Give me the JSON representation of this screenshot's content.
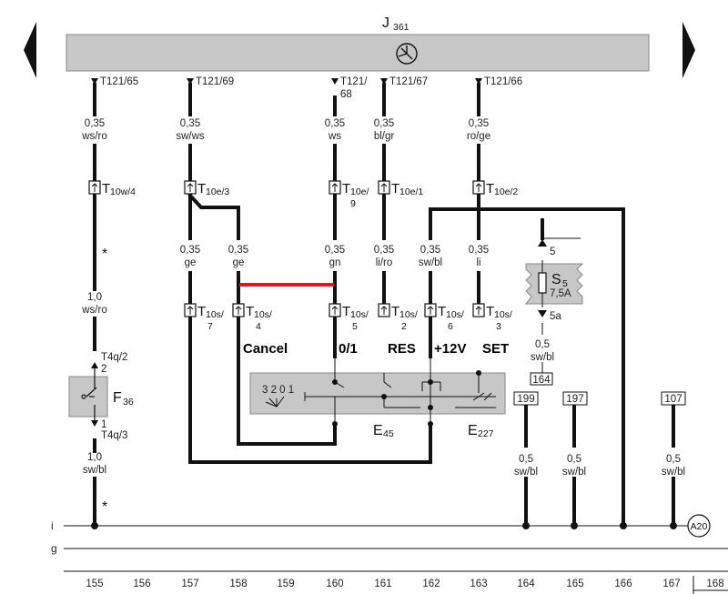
{
  "control_unit": {
    "name": "J",
    "sub": "361"
  },
  "nav": {
    "prev": "previous-page",
    "next": "next-page"
  },
  "icons": {
    "clock": "clock-icon"
  },
  "colors": {
    "housing": "#c7c7c7",
    "wire": "#111111",
    "highlight": "#e8161b"
  },
  "pins": {
    "t121_65": "T121/65",
    "t121_69": "T121/69",
    "t121_68a": "T121/",
    "t121_68b": "68",
    "t121_67": "T121/67",
    "t121_66": "T121/66"
  },
  "wires": {
    "w155a_size": "0,35",
    "w155a_col": "ws/ro",
    "w157a_size": "0,35",
    "w157a_col": "sw/ws",
    "w160a_size": "0,35",
    "w160a_col": "ws",
    "w161a_size": "0,35",
    "w161a_col": "bl/gr",
    "w163a_size": "0,35",
    "w163a_col": "ro/ge",
    "w157b_size": "0,35",
    "w157b_col": "ge",
    "w158b_size": "0,35",
    "w158b_col": "ge",
    "w160b_size": "0,35",
    "w160b_col": "gn",
    "w161b_size": "0,35",
    "w161b_col": "li/ro",
    "w162b_size": "0,35",
    "w162b_col": "sw/bl",
    "w163b_size": "0,35",
    "w163b_col": "li",
    "w155b_size": "1,0",
    "w155b_col": "ws/ro",
    "w155c_size": "1,0",
    "w155c_col": "sw/bl",
    "w164a_size": "0,5",
    "w164a_col": "sw/bl",
    "w164b_size": "0,5",
    "w164b_col": "sw/bl",
    "w165_size": "0,5",
    "w165_col": "sw/bl",
    "w167_size": "0,5",
    "w167_col": "sw/bl"
  },
  "connectors": {
    "c155": {
      "main": "T",
      "sub": "10w/4"
    },
    "c157": {
      "main": "T",
      "sub": "10e/3"
    },
    "c160": {
      "main": "T",
      "sub": "10e/",
      "sub2": "9"
    },
    "c161": {
      "main": "T",
      "sub": "10e/1"
    },
    "c163": {
      "main": "T",
      "sub": "10e/2"
    },
    "d157": {
      "main": "T",
      "sub": "10s/",
      "sub2": "7"
    },
    "d158": {
      "main": "T",
      "sub": "10s/",
      "sub2": "4"
    },
    "d160": {
      "main": "T",
      "sub": "10s/",
      "sub2": "5"
    },
    "d161": {
      "main": "T",
      "sub": "10s/",
      "sub2": "2"
    },
    "d162": {
      "main": "T",
      "sub": "10s/",
      "sub2": "6"
    },
    "d163": {
      "main": "T",
      "sub": "10s/",
      "sub2": "3"
    }
  },
  "asterisks": {
    "a1": "*",
    "a2": "*"
  },
  "functions": {
    "cancel": "Cancel",
    "onoff": "0/1",
    "res": "RES",
    "plus12": "+12V",
    "set": "SET"
  },
  "fuse": {
    "name": "S",
    "sub": "5",
    "rating": "7,5A",
    "pin_top": "5",
    "pin_bottom": "5a"
  },
  "f36": {
    "name": "F",
    "sub": "36",
    "pin_top": "T4q/2",
    "pin_top_num": "2",
    "pin_bot_num": "1",
    "pin_bot": "T4q/3"
  },
  "switch": {
    "positions": "3 2 0 1",
    "e45_main": "E",
    "e45_sub": "45",
    "e227_main": "E",
    "e227_sub": "227"
  },
  "refs": {
    "r164": "164",
    "r199": "199",
    "r197": "197",
    "r107": "107",
    "a20": "A20"
  },
  "rails": {
    "i": "i",
    "g": "g"
  },
  "tracks": [
    "155",
    "156",
    "157",
    "158",
    "159",
    "160",
    "161",
    "162",
    "163",
    "164",
    "165",
    "166",
    "167",
    "168"
  ]
}
